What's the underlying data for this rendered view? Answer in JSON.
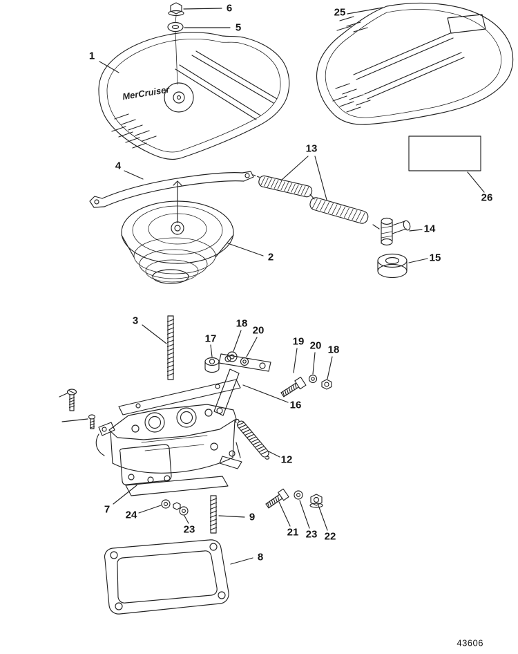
{
  "figure": {
    "number": "43606",
    "logo": "MerCruiser"
  },
  "callouts": [
    {
      "label": "1"
    },
    {
      "label": "2"
    },
    {
      "label": "3"
    },
    {
      "label": "4"
    },
    {
      "label": "5"
    },
    {
      "label": "6"
    },
    {
      "label": "7"
    },
    {
      "label": "8"
    },
    {
      "label": "9"
    },
    {
      "label": "12"
    },
    {
      "label": "13"
    },
    {
      "label": "14"
    },
    {
      "label": "15"
    },
    {
      "label": "16"
    },
    {
      "label": "17"
    },
    {
      "label": "18"
    },
    {
      "label": "18"
    },
    {
      "label": "19"
    },
    {
      "label": "20"
    },
    {
      "label": "20"
    },
    {
      "label": "21"
    },
    {
      "label": "22"
    },
    {
      "label": "23"
    },
    {
      "label": "23"
    },
    {
      "label": "24"
    },
    {
      "label": "25"
    },
    {
      "label": "26"
    }
  ]
}
